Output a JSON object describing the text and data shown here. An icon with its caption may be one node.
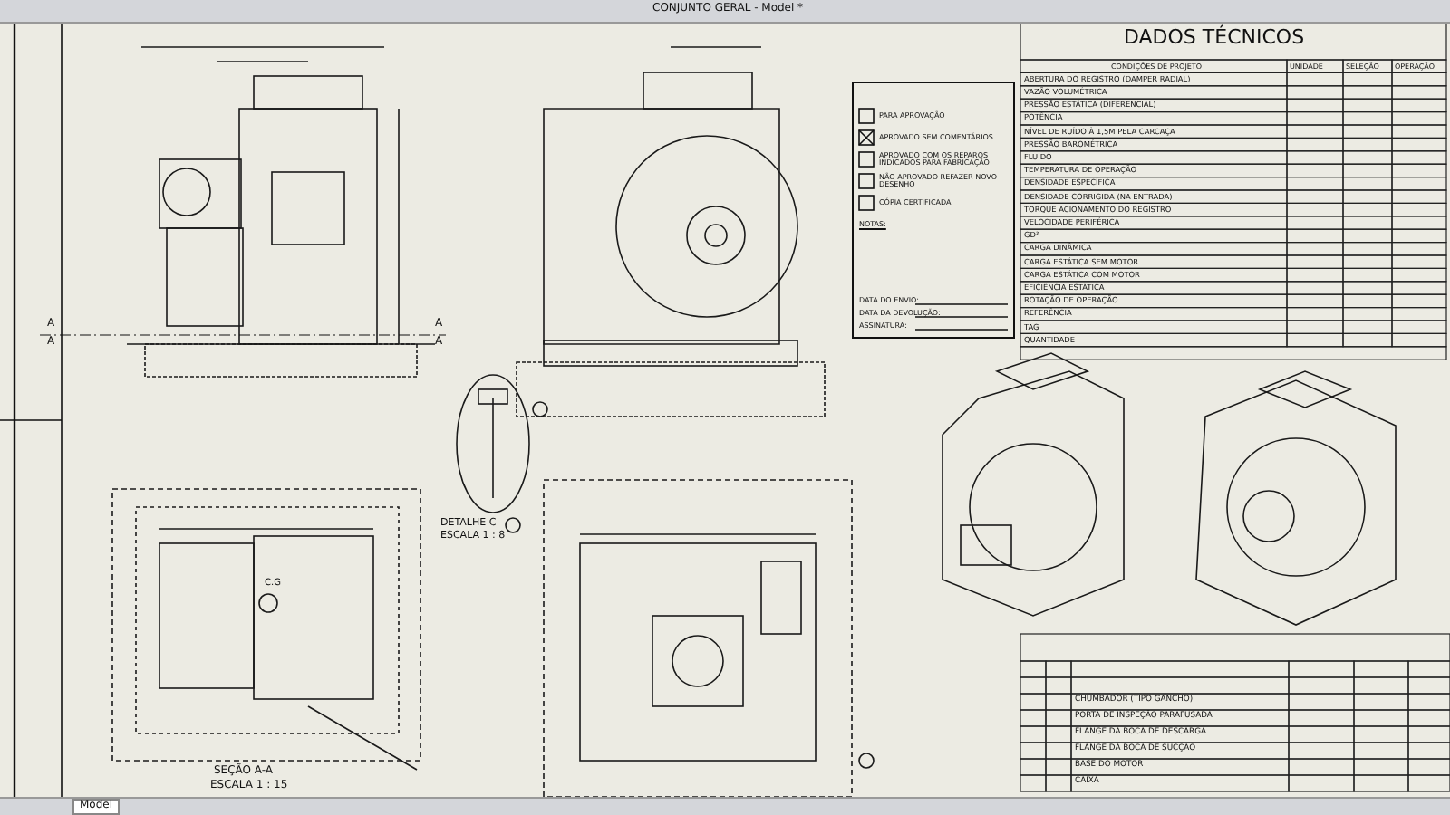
{
  "diagram": {
    "labels": [
      "DADOS TÉCNICOS",
      "CONDIÇÕES DE PROJETO",
      "UNIDADE",
      "SELEÇÃO",
      "OPERAÇÃO",
      "ABERTURA DO REGISTRO (DAMPER RADIAL)",
      "VAZÃO VOLUMÉTRICA",
      "PRESSÃO ESTÁTICA (DIFERENCIAL)",
      "POTÊNCIA",
      "NÍVEL DE RUÍDO À 1,5M PELA CARCAÇA",
      "PRESSÃO BAROMÉTRICA",
      "FLUIDO",
      "TEMPERATURA DE OPERAÇÃO",
      "DENSIDADE ESPECÍFICA",
      "DENSIDADE CORRIGIDA (NA ENTRADA)",
      "TORQUE ACIONAMENTO DO REGISTRO",
      "VELOCIDADE PERIFÉRICA",
      "GD²",
      "CARGA DINÂMICA",
      "CARGA ESTÁTICA SEM MOTOR",
      "CARGA ESTÁTICA COM MOTOR",
      "EFICIÊNCIA ESTÁTICA",
      "ROTAÇÃO DE OPERAÇÃO",
      "REFERÊNCIA",
      "TAG",
      "QUANTIDADE",
      "PARA APROVAÇÃO",
      "APROVADO SEM COMENTÁRIOS",
      "APROVADO COM OS REPAROS INDICADOS PARA FABRICAÇÃO",
      "NÃO APROVADO REFAZER NOVO DESENHO",
      "CÓPIA CERTIFICADA",
      "NOTAS:",
      "DATA DO ENVIO:",
      "DATA DA DEVOLUÇÃO:",
      "ASSINATURA:",
      "DETALHE C",
      "ESCALA 1 : 8",
      "SEÇÃO A-A",
      "ESCALA 1 : 15",
      "C.G",
      "CHUMBADOR (TIPO GANCHO)",
      "PORTA DE INSPEÇÃO PARAFUSADA",
      "FLANGE DA BOCA DE DESCARGA",
      "FLANGE DA BOCA DE SUCÇÃO",
      "BASE DO MOTOR",
      "CAIXA",
      "CONJUNTO GERAL - Model *",
      "Model",
      "A",
      "A",
      "A",
      "A"
    ]
  }
}
